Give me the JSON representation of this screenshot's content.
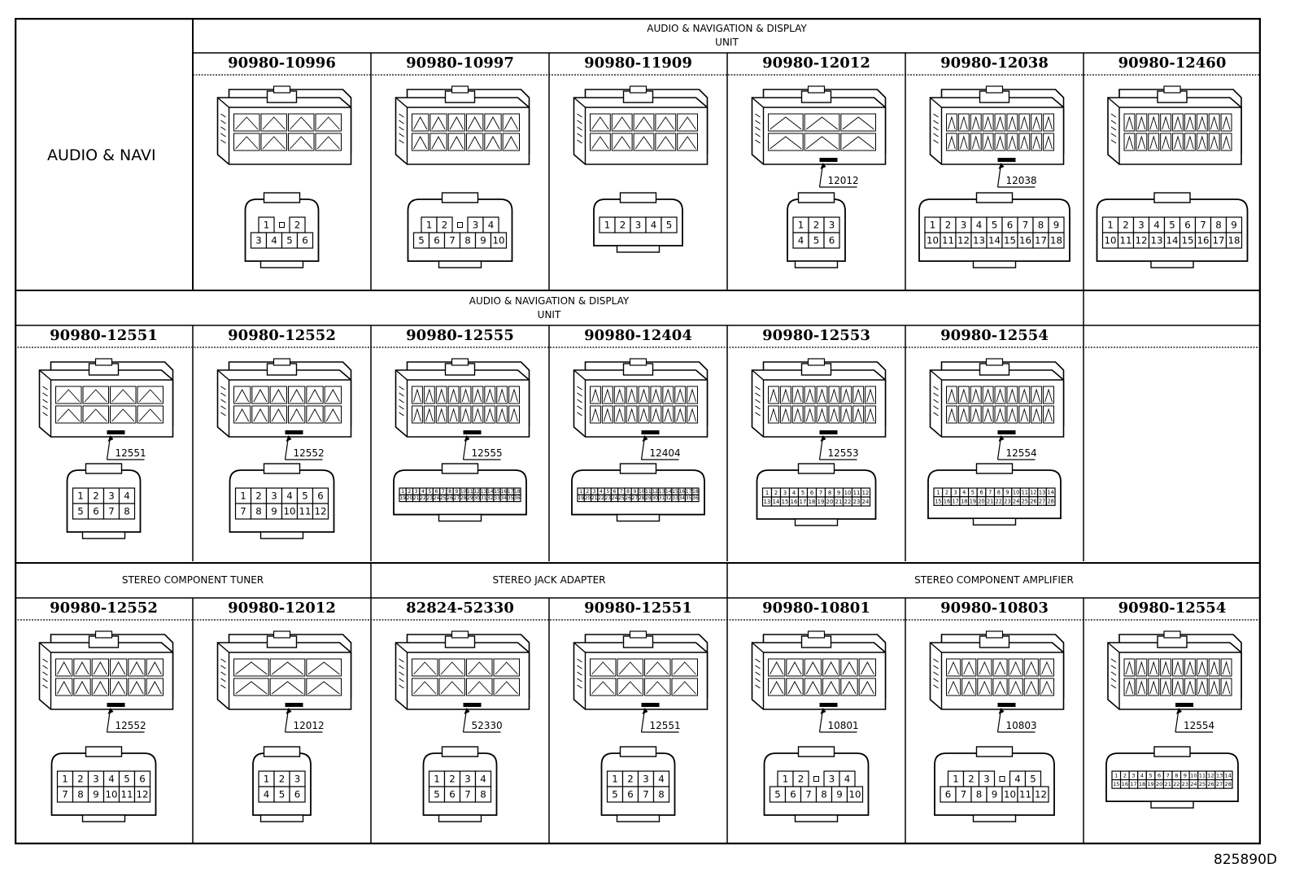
{
  "side_label": "AUDIO & NAVI",
  "doc_id": "825890D",
  "sections": [
    {
      "title": "AUDIO & NAVIGATION & DISPLAY\nUNIT",
      "connectors": [
        {
          "pn": "90980-10996",
          "tag": "",
          "pins": [
            [
              "1",
              "",
              "2"
            ],
            [
              "3",
              "4",
              "5",
              "6"
            ]
          ]
        },
        {
          "pn": "90980-10997",
          "tag": "",
          "pins": [
            [
              "1",
              "2",
              "",
              "3",
              "4"
            ],
            [
              "5",
              "6",
              "7",
              "8",
              "9",
              "10"
            ]
          ]
        },
        {
          "pn": "90980-11909",
          "tag": "",
          "pins": [
            [
              "1",
              "2",
              "3",
              "4",
              "5"
            ]
          ]
        },
        {
          "pn": "90980-12012",
          "tag": "12012",
          "pins": [
            [
              "1",
              "2",
              "3"
            ],
            [
              "4",
              "5",
              "6"
            ]
          ]
        },
        {
          "pn": "90980-12038",
          "tag": "12038",
          "pins": [
            [
              "1",
              "2",
              "3",
              "4",
              "5",
              "6",
              "7",
              "8",
              "9"
            ],
            [
              "10",
              "11",
              "12",
              "13",
              "14",
              "15",
              "16",
              "17",
              "18"
            ]
          ]
        },
        {
          "pn": "90980-12460",
          "tag": "",
          "pins": [
            [
              "1",
              "2",
              "3",
              "4",
              "5",
              "6",
              "7",
              "8",
              "9"
            ],
            [
              "10",
              "11",
              "12",
              "13",
              "14",
              "15",
              "16",
              "17",
              "18"
            ]
          ]
        }
      ]
    },
    {
      "title": "AUDIO & NAVIGATION & DISPLAY\nUNIT",
      "connectors": [
        {
          "pn": "90980-12551",
          "tag": "12551",
          "pins": [
            [
              "1",
              "2",
              "3",
              "4"
            ],
            [
              "5",
              "6",
              "7",
              "8"
            ]
          ]
        },
        {
          "pn": "90980-12552",
          "tag": "12552",
          "pins": [
            [
              "1",
              "2",
              "3",
              "4",
              "5",
              "6"
            ],
            [
              "7",
              "8",
              "9",
              "10",
              "11",
              "12"
            ]
          ]
        },
        {
          "pn": "90980-12555",
          "tag": "12555",
          "pins": [
            [
              "1",
              "2",
              "3",
              "4",
              "5",
              "6",
              "7",
              "8",
              "9",
              "10",
              "11",
              "12",
              "13",
              "14",
              "15",
              "16",
              "17",
              "18"
            ],
            [
              "19",
              "20",
              "21",
              "22",
              "23",
              "24",
              "25",
              "26",
              "27",
              "28",
              "29",
              "30",
              "31",
              "32",
              "33",
              "34",
              "35",
              "36"
            ]
          ]
        },
        {
          "pn": "90980-12404",
          "tag": "12404",
          "pins": [
            [
              "1",
              "2",
              "3",
              "4",
              "5",
              "6",
              "7",
              "8",
              "9",
              "10",
              "11",
              "12",
              "13",
              "14",
              "15",
              "16",
              "17",
              "18"
            ],
            [
              "19",
              "20",
              "21",
              "22",
              "23",
              "24",
              "25",
              "26",
              "27",
              "28",
              "29",
              "30",
              "31",
              "32",
              "33",
              "34",
              "35",
              "36"
            ]
          ]
        },
        {
          "pn": "90980-12553",
          "tag": "12553",
          "pins": [
            [
              "1",
              "2",
              "3",
              "4",
              "5",
              "6",
              "7",
              "8",
              "9",
              "10",
              "11",
              "12"
            ],
            [
              "13",
              "14",
              "15",
              "16",
              "17",
              "18",
              "19",
              "20",
              "21",
              "22",
              "23",
              "24"
            ]
          ]
        },
        {
          "pn": "90980-12554",
          "tag": "12554",
          "pins": [
            [
              "1",
              "2",
              "3",
              "4",
              "5",
              "6",
              "7",
              "8",
              "9",
              "10",
              "11",
              "12",
              "13",
              "14"
            ],
            [
              "15",
              "16",
              "17",
              "18",
              "19",
              "20",
              "21",
              "22",
              "23",
              "24",
              "25",
              "26",
              "27",
              "28"
            ]
          ]
        }
      ]
    },
    {
      "titles": [
        "STEREO COMPONENT TUNER",
        "STEREO JACK ADAPTER",
        "STEREO COMPONENT AMPLIFIER"
      ],
      "connectors": [
        {
          "pn": "90980-12552",
          "tag": "12552",
          "pins": [
            [
              "1",
              "2",
              "3",
              "4",
              "5",
              "6"
            ],
            [
              "7",
              "8",
              "9",
              "10",
              "11",
              "12"
            ]
          ]
        },
        {
          "pn": "90980-12012",
          "tag": "12012",
          "pins": [
            [
              "1",
              "2",
              "3"
            ],
            [
              "4",
              "5",
              "6"
            ]
          ]
        },
        {
          "pn": "82824-52330",
          "tag": "52330",
          "pins": [
            [
              "1",
              "2",
              "3",
              "4"
            ],
            [
              "5",
              "6",
              "7",
              "8"
            ]
          ]
        },
        {
          "pn": "90980-12551",
          "tag": "12551",
          "pins": [
            [
              "1",
              "2",
              "3",
              "4"
            ],
            [
              "5",
              "6",
              "7",
              "8"
            ]
          ]
        },
        {
          "pn": "90980-10801",
          "tag": "10801",
          "pins": [
            [
              "1",
              "2",
              "",
              "3",
              "4"
            ],
            [
              "5",
              "6",
              "7",
              "8",
              "9",
              "10"
            ]
          ]
        },
        {
          "pn": "90980-10803",
          "tag": "10803",
          "pins": [
            [
              "1",
              "2",
              "3",
              "",
              "4",
              "5"
            ],
            [
              "6",
              "7",
              "8",
              "9",
              "10",
              "11",
              "12"
            ]
          ]
        },
        {
          "pn": "90980-12554",
          "tag": "12554",
          "pins": [
            [
              "1",
              "2",
              "3",
              "4",
              "5",
              "6",
              "7",
              "8",
              "9",
              "10",
              "11",
              "12",
              "13",
              "14"
            ],
            [
              "15",
              "16",
              "17",
              "18",
              "19",
              "20",
              "21",
              "22",
              "23",
              "24",
              "25",
              "26",
              "27",
              "28"
            ]
          ]
        }
      ]
    }
  ]
}
